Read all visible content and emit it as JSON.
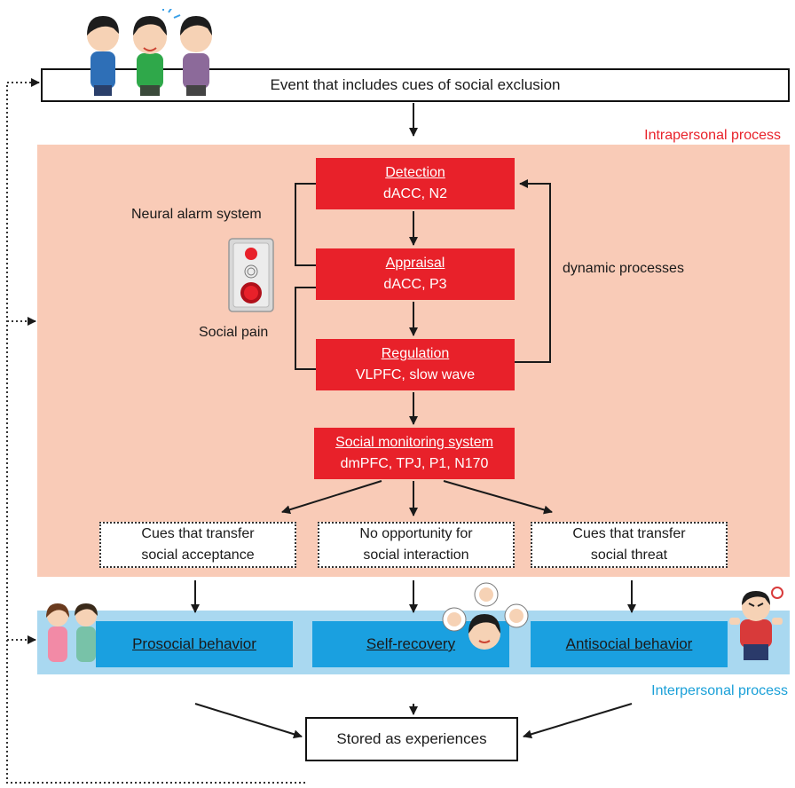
{
  "event": {
    "label": "Event that includes cues of social exclusion"
  },
  "processes": {
    "intrapersonal": "Intrapersonal process",
    "interpersonal": "Interpersonal process"
  },
  "stages": {
    "detection": {
      "title": "Detection",
      "sub": "dACC, N2"
    },
    "appraisal": {
      "title": "Appraisal",
      "sub": "dACC, P3"
    },
    "regulation": {
      "title": "Regulation",
      "sub": "VLPFC,  slow wave"
    },
    "monitoring": {
      "title": "Social monitoring system",
      "sub": "dmPFC, TPJ, P1, N170"
    }
  },
  "side_labels": {
    "alarm": "Neural alarm system",
    "pain": "Social pain",
    "dynamic": "dynamic processes"
  },
  "cues": [
    {
      "line1": "Cues that transfer",
      "line2": "social acceptance"
    },
    {
      "line1": "No opportunity for",
      "line2": "social interaction"
    },
    {
      "line1": "Cues that transfer",
      "line2": "social threat"
    }
  ],
  "behaviors": [
    {
      "label": "Prosocial behavior"
    },
    {
      "label": "Self-recovery"
    },
    {
      "label": "Antisocial behavior"
    }
  ],
  "stored": {
    "label": "Stored as experiences"
  },
  "colors": {
    "red": "#e8212a",
    "salmon": "#f9cbb7",
    "blue_band": "#a9d8f0",
    "blue_box": "#1aa0e0",
    "intra_text": "#e8222a",
    "inter_text": "#1aa0d8"
  }
}
